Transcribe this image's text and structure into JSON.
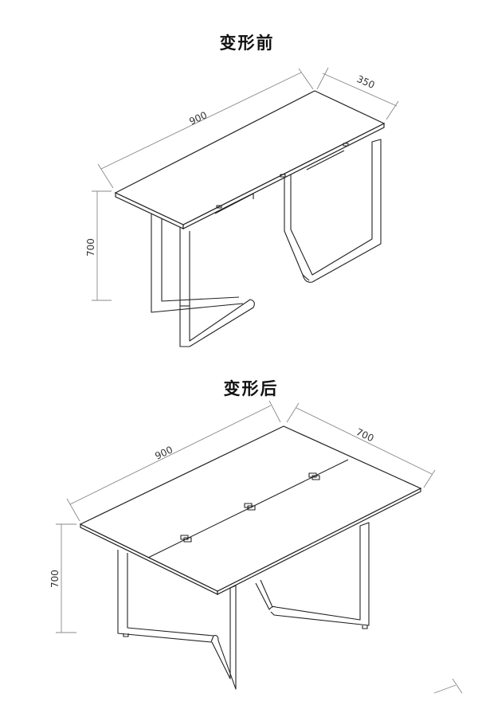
{
  "before": {
    "title": "变形前",
    "dims": {
      "length": "900",
      "depth": "350",
      "height": "700"
    }
  },
  "after": {
    "title": "变形后",
    "dims": {
      "length": "900",
      "depth": "700",
      "height": "700"
    }
  }
}
